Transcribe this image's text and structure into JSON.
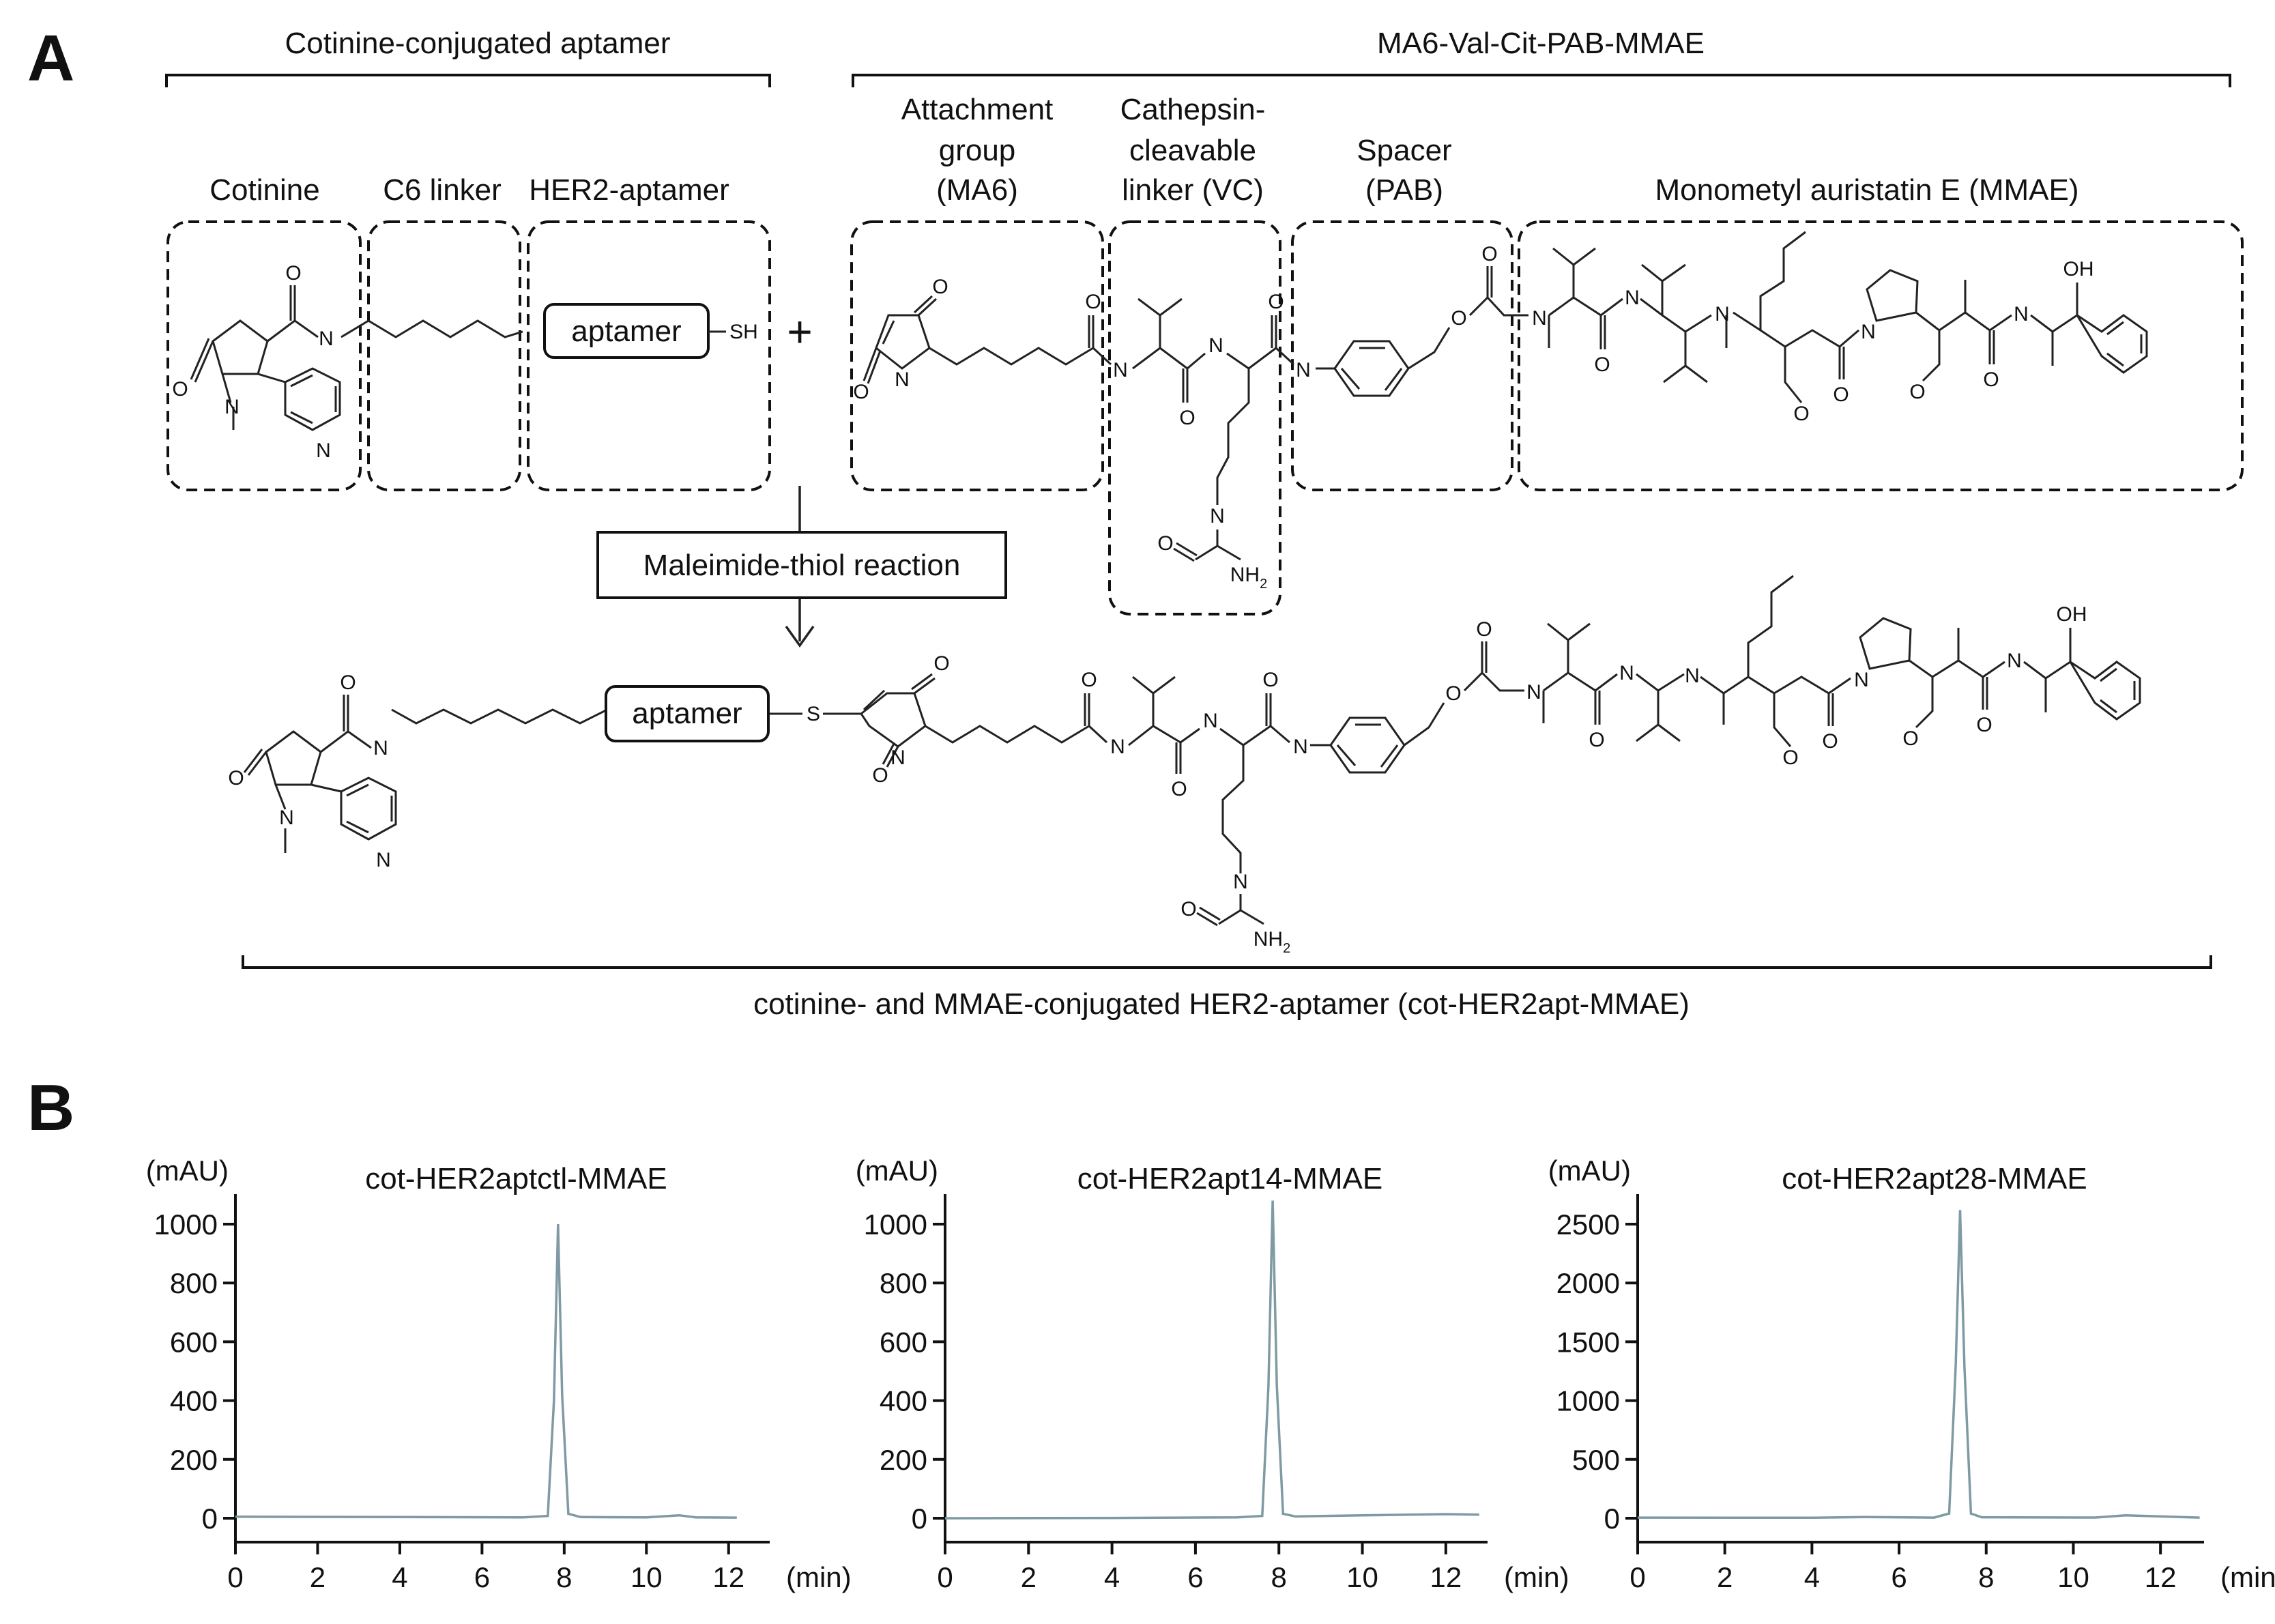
{
  "panels": {
    "a": "A",
    "b": "B"
  },
  "scheme": {
    "group_left": "Cotinine-conjugated aptamer",
    "group_right": "MA6-Val-Cit-PAB-MMAE",
    "boxes": [
      {
        "label": "Cotinine"
      },
      {
        "label": "C6 linker"
      },
      {
        "label": "HER2-aptamer"
      },
      {
        "label_lines": [
          "Attachment",
          "group",
          "(MA6)"
        ]
      },
      {
        "label_lines": [
          "Cathepsin-",
          "cleavable",
          "linker (VC)"
        ]
      },
      {
        "label_lines": [
          "Spacer",
          "(PAB)"
        ]
      },
      {
        "label": "Monometyl auristatin E (MMAE)"
      }
    ],
    "aptamer_box": "aptamer",
    "thiol": "SH",
    "plus": "+",
    "reaction": "Maleimide-thiol reaction",
    "product_caption": "cotinine- and MMAE-conjugated HER2-aptamer (cot-HER2apt-MMAE)",
    "atoms": {
      "O": "O",
      "N": "N",
      "S": "S",
      "OH": "OH",
      "NH2_main": "NH",
      "NH2_sub": "2"
    }
  },
  "chart_data": [
    {
      "type": "line",
      "title": "cot-HER2aptctl-MMAE",
      "ylabel": "(mAU)",
      "xlabel": "(min)",
      "xlim": [
        0,
        13
      ],
      "ylim": [
        0,
        1000
      ],
      "xticks": [
        0,
        2,
        4,
        6,
        8,
        10,
        12
      ],
      "yticks": [
        0,
        200,
        400,
        600,
        800,
        1000
      ],
      "series": [
        {
          "x": [
            0,
            4,
            7.0,
            7.6,
            7.75,
            7.85,
            7.95,
            8.1,
            8.4,
            10.0,
            10.8,
            11.2,
            12.2
          ],
          "y": [
            5,
            4,
            3,
            8,
            400,
            1000,
            420,
            15,
            4,
            3,
            10,
            3,
            2
          ]
        }
      ]
    },
    {
      "type": "line",
      "title": "cot-HER2apt14-MMAE",
      "ylabel": "(mAU)",
      "xlabel": "(min)",
      "xlim": [
        0,
        13
      ],
      "ylim": [
        0,
        1000
      ],
      "xticks": [
        0,
        2,
        4,
        6,
        8,
        10,
        12
      ],
      "yticks": [
        0,
        200,
        400,
        600,
        800,
        1000
      ],
      "series": [
        {
          "x": [
            0,
            4,
            7.0,
            7.6,
            7.75,
            7.85,
            7.95,
            8.1,
            8.4,
            10.0,
            12.0,
            12.8
          ],
          "y": [
            0,
            1,
            3,
            8,
            450,
            1080,
            450,
            15,
            6,
            10,
            14,
            12
          ]
        }
      ]
    },
    {
      "type": "line",
      "title": "cot-HER2apt28-MMAE",
      "ylabel": "(mAU)",
      "xlabel": "(min)",
      "xlim": [
        0,
        13
      ],
      "ylim": [
        0,
        2500
      ],
      "xticks": [
        0,
        2,
        4,
        6,
        8,
        10,
        12
      ],
      "yticks": [
        0,
        500,
        1000,
        1500,
        2000,
        2500
      ],
      "series": [
        {
          "x": [
            0,
            4,
            5.2,
            6.8,
            7.15,
            7.3,
            7.4,
            7.5,
            7.65,
            7.9,
            10.5,
            11.2,
            12.9
          ],
          "y": [
            5,
            4,
            10,
            5,
            40,
            1300,
            2620,
            1300,
            40,
            8,
            6,
            25,
            5
          ]
        }
      ]
    }
  ]
}
